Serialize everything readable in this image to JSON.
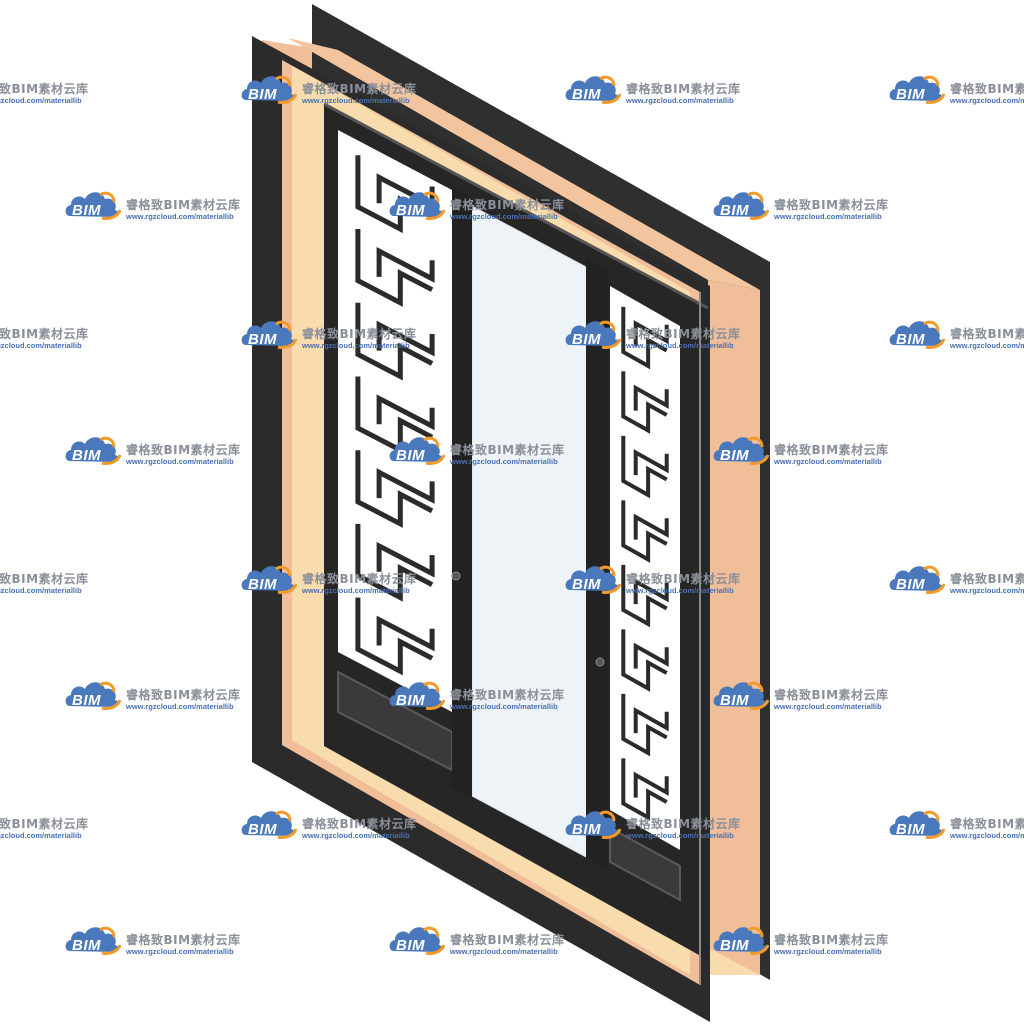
{
  "watermark": {
    "brand": "BIM",
    "title": "睿格致BIM素材云库",
    "url": "www.rgzcloud.com/materiallib"
  },
  "colors": {
    "frame_dark": "#2b2b2b",
    "frame_edge": "#4a4a4a",
    "jamb_light": "#f8dcae",
    "jamb_pink": "#f0bf9a",
    "glass": "#eef3f7",
    "lattice_bg": "#ffffff",
    "watermark_blue": "#4a78bc",
    "watermark_orange": "#f39a2a"
  },
  "icons": {
    "watermark_logo": "bim-cloud-logo-icon",
    "handle": "sash-handle-icon"
  }
}
